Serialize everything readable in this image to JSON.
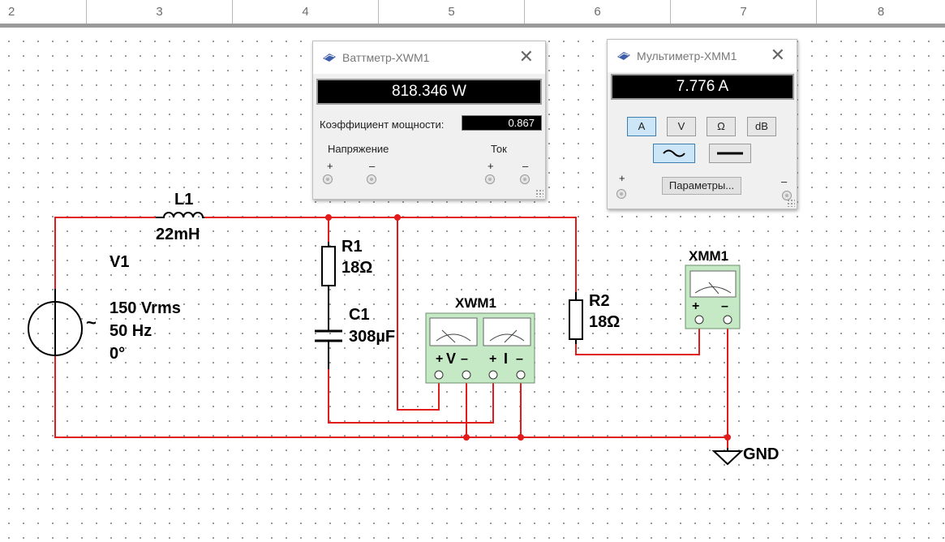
{
  "ruler": {
    "labels": [
      "2",
      "3",
      "4",
      "5",
      "6",
      "7",
      "8"
    ]
  },
  "schematic": {
    "v1": {
      "name": "V1",
      "voltage": "150 Vrms",
      "frequency": "50 Hz",
      "phase": "0°",
      "tilde": "~"
    },
    "l1": {
      "name": "L1",
      "value": "22mH"
    },
    "r1": {
      "name": "R1",
      "value": "18Ω"
    },
    "c1": {
      "name": "C1",
      "value": "308µF"
    },
    "r2": {
      "name": "R2",
      "value": "18Ω"
    },
    "xwm1": {
      "name": "XWM1",
      "v_plus": "+",
      "v_label": "V",
      "v_minus": "–",
      "i_plus": "+",
      "i_label": "I",
      "i_minus": "–"
    },
    "xmm1": {
      "name": "XMM1",
      "plus": "+",
      "minus": "–"
    },
    "gnd": {
      "name": "GND"
    },
    "wire_color": "#e21b1b"
  },
  "wattmeter": {
    "title": "Ваттметр-XWM1",
    "reading": "818.346 W",
    "pf_label": "Коэффициент мощности:",
    "pf_value": "0.867",
    "voltage_label": "Напряжение",
    "current_label": "Ток",
    "plus": "+",
    "minus": "–",
    "close": "✕"
  },
  "multimeter": {
    "title": "Мультиметр-XMM1",
    "reading": "7.776 A",
    "buttons": [
      "A",
      "V",
      "Ω",
      "dB"
    ],
    "active_button": "A",
    "mode_ac": "ac-wave-icon",
    "mode_dc": "dc-line-icon",
    "params_label": "Параметры...",
    "plus": "+",
    "minus": "–",
    "close": "✕"
  }
}
